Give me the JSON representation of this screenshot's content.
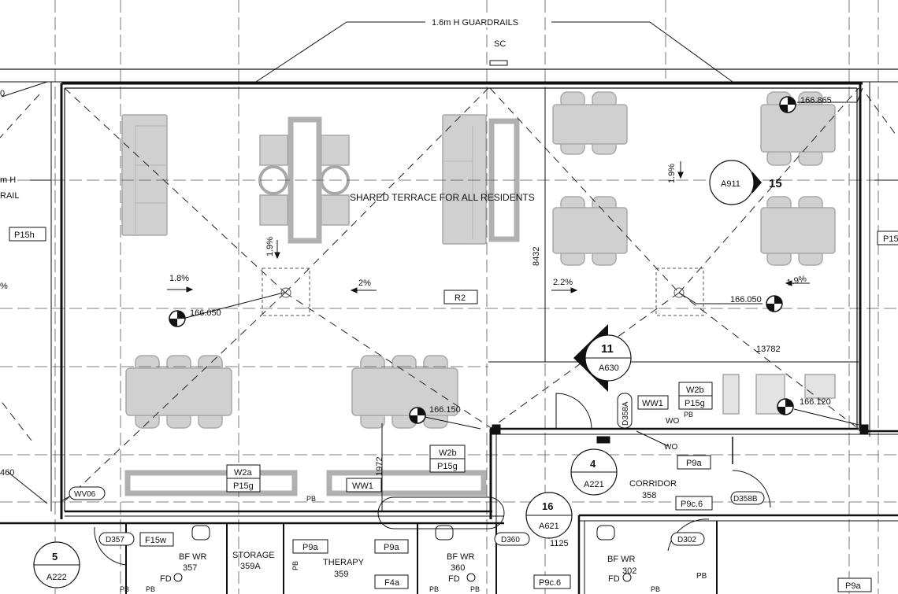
{
  "callouts": {
    "guardrails_top": "1.6m H GUARDRAILS",
    "guardrail_left_1": "m H",
    "guardrail_left_2": "RAIL",
    "sc": "SC",
    "terrace": "SHARED TERRACE FOR ALL RESIDENTS",
    "left_edge_0": "0",
    "left_edge_pct": "%",
    "left_edge_460": "460"
  },
  "slopes": [
    {
      "id": "s1",
      "text": "1.8%"
    },
    {
      "id": "s2",
      "text": "1.9%"
    },
    {
      "id": "s3",
      "text": "2%"
    },
    {
      "id": "s4",
      "text": "2.2%"
    },
    {
      "id": "s5",
      "text": "1.9%"
    },
    {
      "id": "s6",
      "text": "1.9%"
    }
  ],
  "levels": [
    {
      "id": "l1",
      "text": "166.050"
    },
    {
      "id": "l2",
      "text": "166.150"
    },
    {
      "id": "l3",
      "text": "166.865"
    },
    {
      "id": "l4",
      "text": "166.050"
    },
    {
      "id": "l5",
      "text": "166.120"
    }
  ],
  "dimensions": {
    "d8432": "8432",
    "d13782": "13782",
    "d1972": "1972",
    "d1125": "1125"
  },
  "tags": [
    {
      "id": "P15h",
      "text": "P15h"
    },
    {
      "id": "R2",
      "text": "R2"
    },
    {
      "id": "W2a",
      "text": "W2a"
    },
    {
      "id": "P15g_a",
      "text": "P15g"
    },
    {
      "id": "WW1_a",
      "text": "WW1"
    },
    {
      "id": "W2b_a",
      "text": "W2b"
    },
    {
      "id": "P15g_b",
      "text": "P15g"
    },
    {
      "id": "WW1_b",
      "text": "WW1"
    },
    {
      "id": "W2b_b",
      "text": "W2b"
    },
    {
      "id": "P15g_c",
      "text": "P15g"
    },
    {
      "id": "P9a_a",
      "text": "P9a"
    },
    {
      "id": "P9c6_a",
      "text": "P9c.6"
    },
    {
      "id": "F15w",
      "text": "F15w"
    },
    {
      "id": "P9a_b",
      "text": "P9a"
    },
    {
      "id": "P9a_c",
      "text": "P9a"
    },
    {
      "id": "F4a",
      "text": "F4a"
    },
    {
      "id": "P9c6_b",
      "text": "P9c.6"
    },
    {
      "id": "P9a_d",
      "text": "P9a"
    },
    {
      "id": "P15_edge",
      "text": "P15"
    }
  ],
  "door_tags": [
    {
      "id": "WV06",
      "text": "WV06"
    },
    {
      "id": "D357",
      "text": "D357"
    },
    {
      "id": "D360",
      "text": "D360"
    },
    {
      "id": "D302",
      "text": "D302"
    },
    {
      "id": "D358B",
      "text": "D358B"
    },
    {
      "id": "D358A",
      "text": "D358A"
    }
  ],
  "rooms": [
    {
      "id": "r357",
      "name": "BF WR",
      "number": "357"
    },
    {
      "id": "r359a",
      "name": "STORAGE",
      "number": "359A"
    },
    {
      "id": "r359",
      "name": "THERAPY",
      "number": "359"
    },
    {
      "id": "r360",
      "name": "BF WR",
      "number": "360"
    },
    {
      "id": "r302",
      "name": "BF WR",
      "number": "302"
    },
    {
      "id": "r358",
      "name": "CORRIDOR",
      "number": "358"
    }
  ],
  "section_markers": [
    {
      "id": "sec5",
      "number": "5",
      "sheet": "A222"
    },
    {
      "id": "sec4",
      "number": "4",
      "sheet": "A221"
    },
    {
      "id": "sec16",
      "number": "16",
      "sheet": "A621"
    },
    {
      "id": "sec11",
      "number": "11",
      "sheet": "A630"
    },
    {
      "id": "sec15",
      "number": "15",
      "sheet": "A911"
    }
  ],
  "small_labels": {
    "pb1": "PB",
    "pb2": "PB",
    "pb3": "PB",
    "pb4": "PB",
    "pb5": "PB",
    "pb6": "PB",
    "pb7": "PB",
    "pb8": "PB",
    "pb9": "PB",
    "fd1": "FD",
    "fd2": "FD",
    "fd3": "FD",
    "wo1": "WO",
    "wo2": "WO"
  },
  "colors": {
    "line": "#111111",
    "furniture": "#cfcfcf",
    "furniture_edge": "#a8a8a8",
    "ghost": "#bdbdbd"
  }
}
